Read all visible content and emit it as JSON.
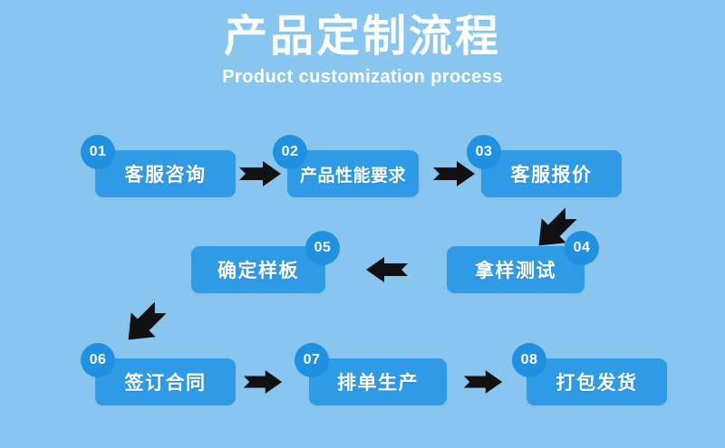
{
  "header": {
    "title": "产品定制流程",
    "subtitle": "Product customization process"
  },
  "colors": {
    "background": "#88c6ef",
    "box_fill": "#2f9ae6",
    "badge_fill": "#2090e0",
    "text": "#ffffff",
    "arrow": "#111111"
  },
  "flow": {
    "steps": [
      {
        "number": "01",
        "label": "客服咨询",
        "badge_side": "left"
      },
      {
        "number": "02",
        "label": "产品性能要求",
        "badge_side": "left"
      },
      {
        "number": "03",
        "label": "客服报价",
        "badge_side": "left"
      },
      {
        "number": "04",
        "label": "拿样测试",
        "badge_side": "right"
      },
      {
        "number": "05",
        "label": "确定样板",
        "badge_side": "right"
      },
      {
        "number": "06",
        "label": "签订合同",
        "badge_side": "left"
      },
      {
        "number": "07",
        "label": "排单生产",
        "badge_side": "left"
      },
      {
        "number": "08",
        "label": "打包发货",
        "badge_side": "left"
      }
    ],
    "connectors": [
      {
        "from": "01",
        "to": "02",
        "direction": "right"
      },
      {
        "from": "02",
        "to": "03",
        "direction": "right"
      },
      {
        "from": "03",
        "to": "04",
        "direction": "down-left"
      },
      {
        "from": "04",
        "to": "05",
        "direction": "left"
      },
      {
        "from": "05",
        "to": "06",
        "direction": "down-left"
      },
      {
        "from": "06",
        "to": "07",
        "direction": "right"
      },
      {
        "from": "07",
        "to": "08",
        "direction": "right"
      }
    ]
  }
}
